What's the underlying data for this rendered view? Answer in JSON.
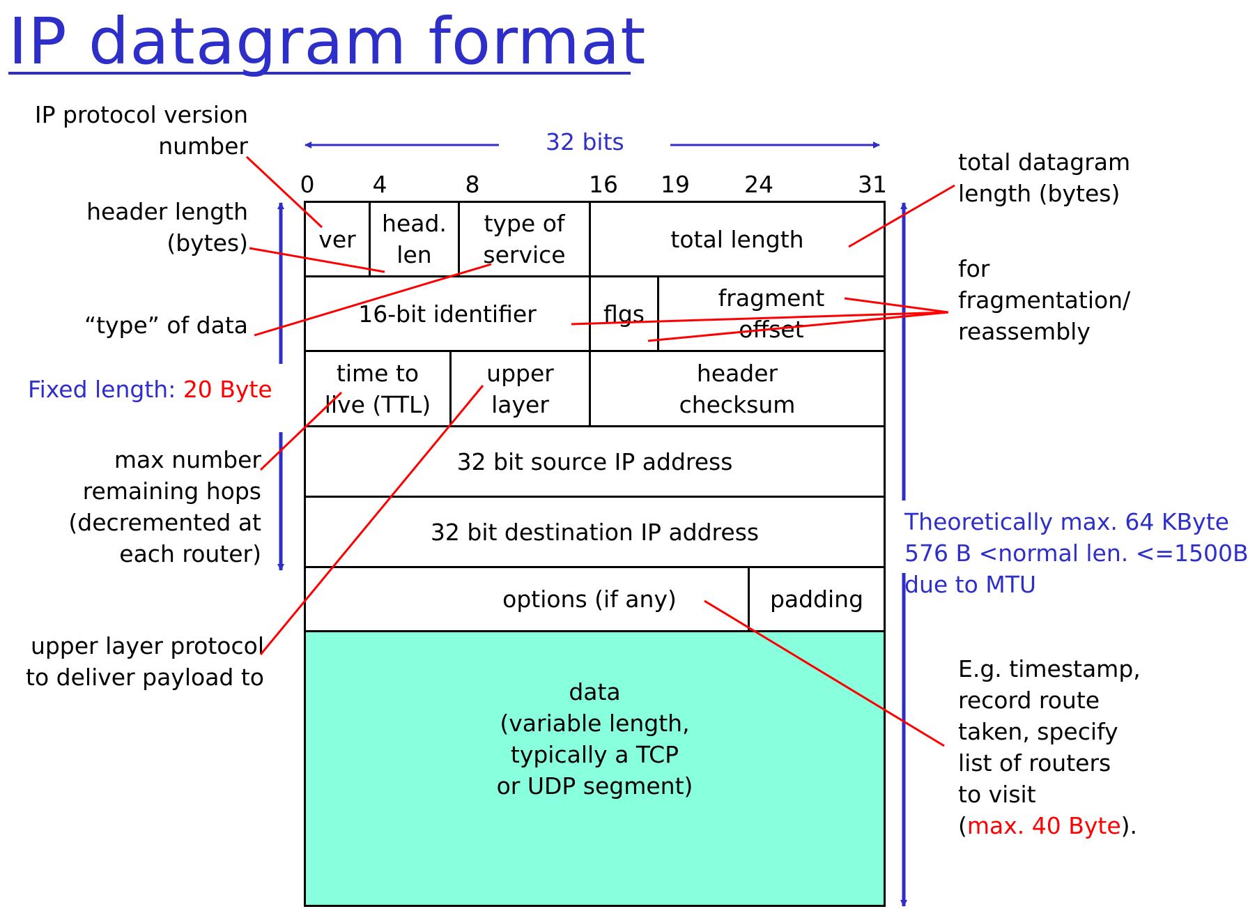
{
  "title": "IP datagram format",
  "bits_label": "32 bits",
  "bit_ticks": [
    "0",
    "4",
    "8",
    "16",
    "19",
    "24",
    "31"
  ],
  "fields": {
    "ver": "ver",
    "head_len": [
      "head.",
      "len"
    ],
    "tos": [
      "type of",
      "service"
    ],
    "total_length": "total length",
    "identifier": "16-bit identifier",
    "flags": "flgs",
    "frag_offset": [
      "fragment",
      "offset"
    ],
    "ttl": [
      "time to",
      "live (TTL)"
    ],
    "upper_layer": [
      "upper",
      "layer"
    ],
    "checksum": [
      "header",
      "checksum"
    ],
    "src": "32 bit source IP address",
    "dst": "32 bit destination IP address",
    "options": "options (if any)",
    "padding": "padding",
    "data": [
      "data",
      "(variable length,",
      "typically a TCP",
      "or UDP segment)"
    ]
  },
  "annotations": {
    "ip_version": [
      "IP protocol version",
      "number"
    ],
    "header_length": [
      "header length",
      "(bytes)"
    ],
    "type_of_data": "“type” of data",
    "fixed_length_label": "Fixed length: ",
    "fixed_length_value": "20 Byte",
    "max_hops": [
      "max number",
      "remaining hops",
      "(decremented at",
      "each router)"
    ],
    "upper_layer_protocol": [
      "upper layer protocol",
      "to deliver payload to"
    ],
    "total_datagram_length": [
      "total datagram",
      "length (bytes)"
    ],
    "fragmentation": [
      "for",
      "fragmentation/",
      "reassembly"
    ],
    "max_size": [
      "Theoretically max. 64 KByte",
      "576 B <normal len. <=1500B",
      "due to MTU"
    ],
    "options_note": [
      "E.g. timestamp,",
      "record route",
      "taken, specify",
      "list of routers",
      "to visit"
    ],
    "options_max_open": "(",
    "options_max_value": "max. 40 Byte",
    "options_max_close": ")."
  },
  "colors": {
    "title_blue": "#2e2ec8",
    "pointer_red": "#ff0000",
    "data_fill": "#88ffdd",
    "border": "#000000"
  }
}
